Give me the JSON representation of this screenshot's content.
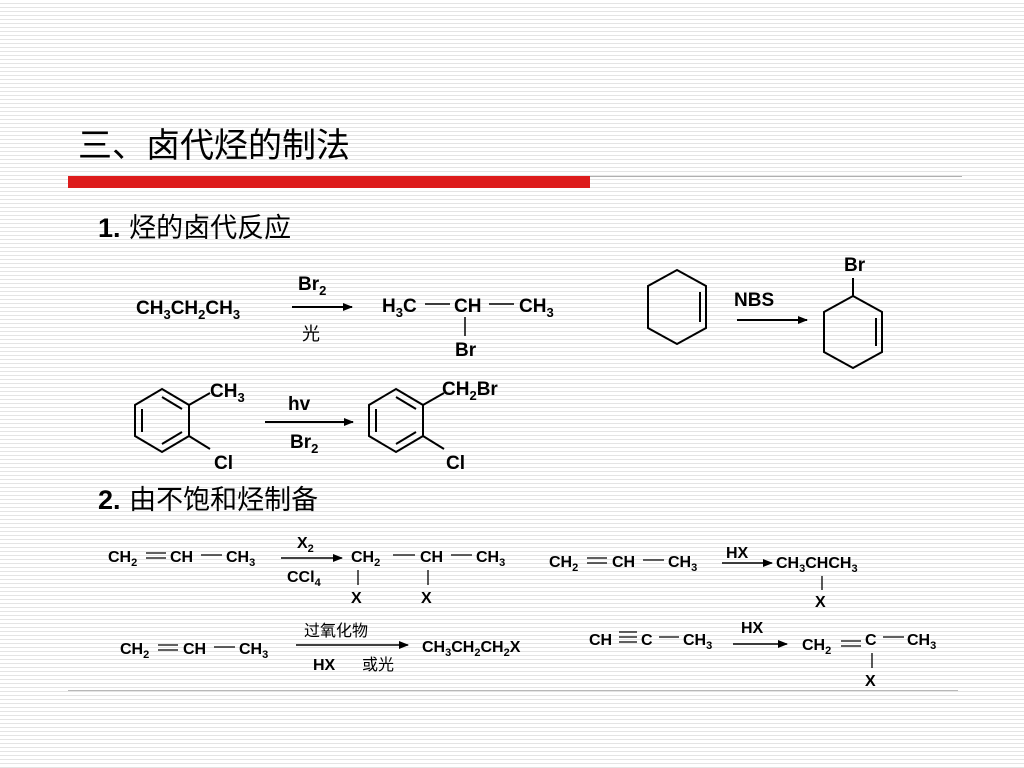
{
  "title": "三、卤代烃的制法",
  "section1": {
    "number": "1.",
    "label": "烃的卤代反应"
  },
  "section2": {
    "number": "2.",
    "label": "由不饱和烃制备"
  },
  "labels": {
    "br": "Br",
    "cl": "Cl",
    "ch": "CH",
    "ch2": "CH",
    "ch3": "CH",
    "c": "C",
    "x": "X",
    "h": "H",
    "sub2": "2",
    "sub3": "3",
    "sub4": "4",
    "nbs": "NBS",
    "hv": "hv",
    "hx": "HX",
    "ccl": "CCl",
    "guang": "光",
    "peroxide": "过氧化物",
    "huoguang": "或光",
    "double": "=",
    "triple": "≡",
    "dash": "—"
  },
  "colors": {
    "accent_red": "#dd1c1c",
    "rule_gray": "#b0b0b0",
    "text": "#000000"
  }
}
